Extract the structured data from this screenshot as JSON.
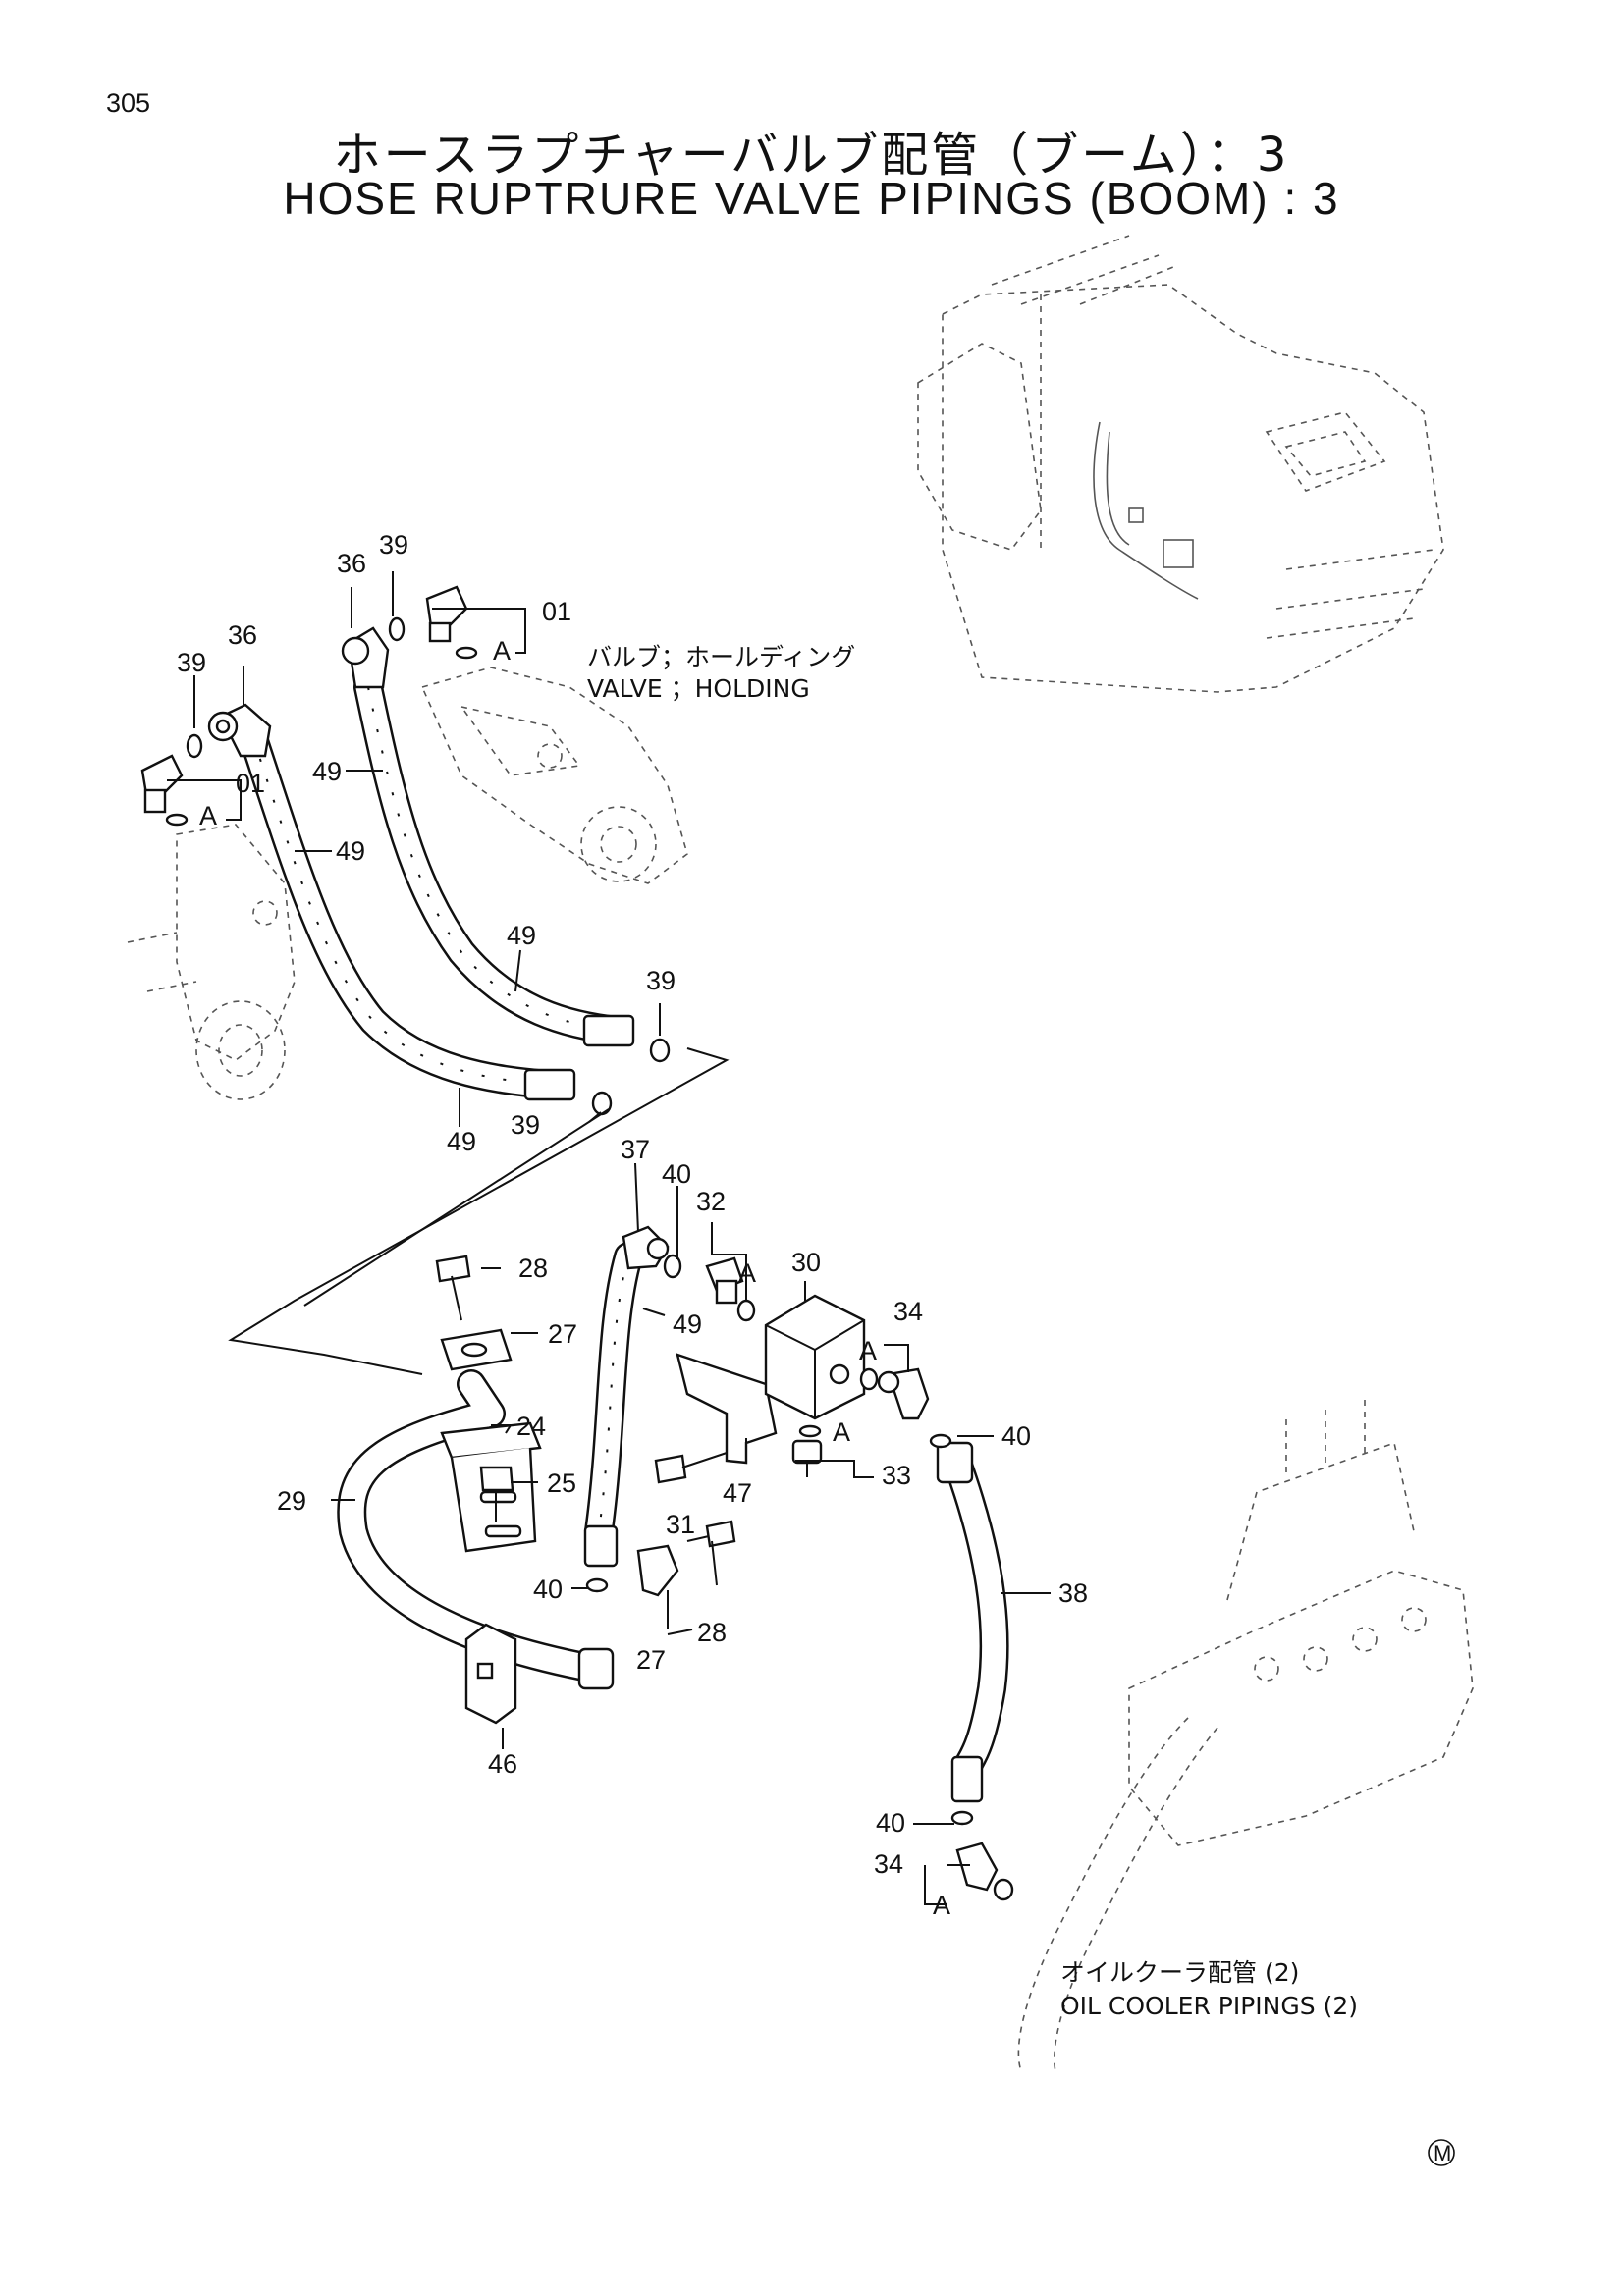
{
  "page_number": "305",
  "title_jp": "ホースラプチャーバルブ配管（ブーム）：3",
  "title_en": "HOSE RUPTRURE VALVE PIPINGS (BOOM) : 3",
  "notes": {
    "valve_holding_jp": "バルブ；ホールディング",
    "valve_holding_en": "VALVE ；HOLDING",
    "oil_cooler_jp": "オイルクーラ配管 (2)",
    "oil_cooler_en": "OIL COOLER PIPINGS (2)"
  },
  "callouts": {
    "c01a": "01",
    "c01b": "01",
    "c24": "24",
    "c25": "25",
    "c27a": "27",
    "c27b": "27",
    "c28a": "28",
    "c28b": "28",
    "c29": "29",
    "c30": "30",
    "c31": "31",
    "c32": "32",
    "c33": "33",
    "c34a": "34",
    "c34b": "34",
    "c36a": "36",
    "c36b": "36",
    "c37": "37",
    "c38": "38",
    "c39a": "39",
    "c39b": "39",
    "c39c": "39",
    "c39d": "39",
    "c40a": "40",
    "c40b": "40",
    "c40c": "40",
    "c40d": "40",
    "c46": "46",
    "c47": "47",
    "c49a": "49",
    "c49b": "49",
    "c49c": "49",
    "c49d": "49",
    "c49e": "49",
    "ref_a": "A"
  },
  "corner_mark": "M"
}
